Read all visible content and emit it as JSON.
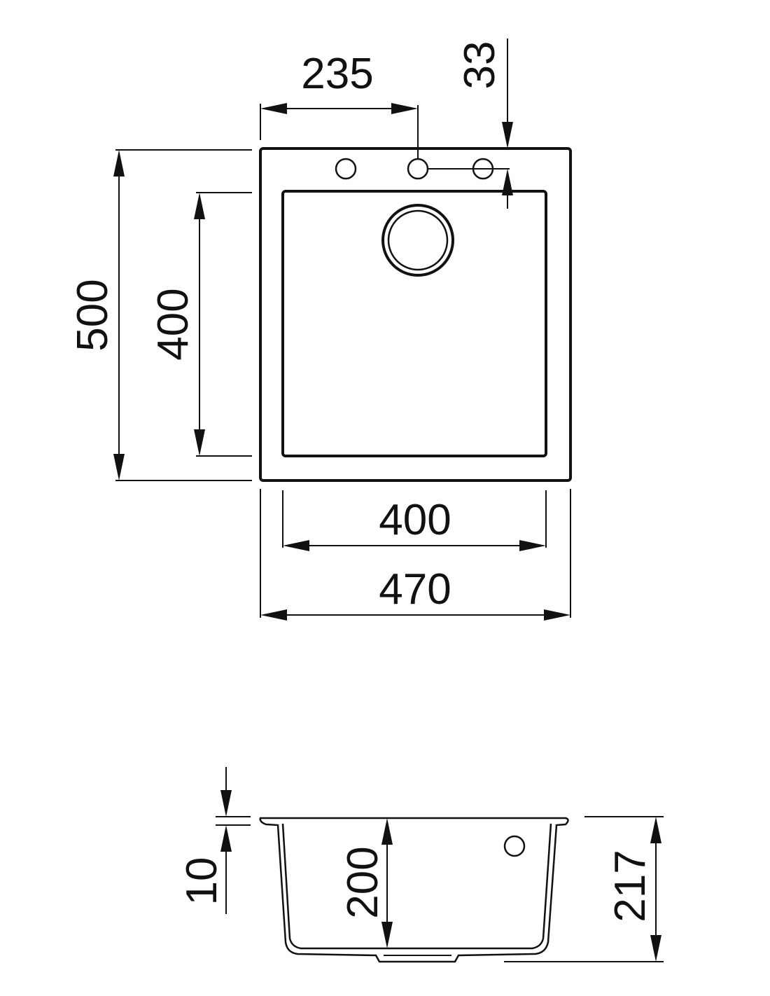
{
  "top_view": {
    "dim_overall_height": "500",
    "dim_bowl_height": "400",
    "dim_tap_offset": "235",
    "dim_tap_edge": "33",
    "dim_bowl_width": "400",
    "dim_overall_width": "470"
  },
  "side_view": {
    "dim_rim_thickness": "10",
    "dim_bowl_depth": "200",
    "dim_total_depth": "217"
  },
  "colors": {
    "line": "#111111",
    "background": "#ffffff"
  }
}
